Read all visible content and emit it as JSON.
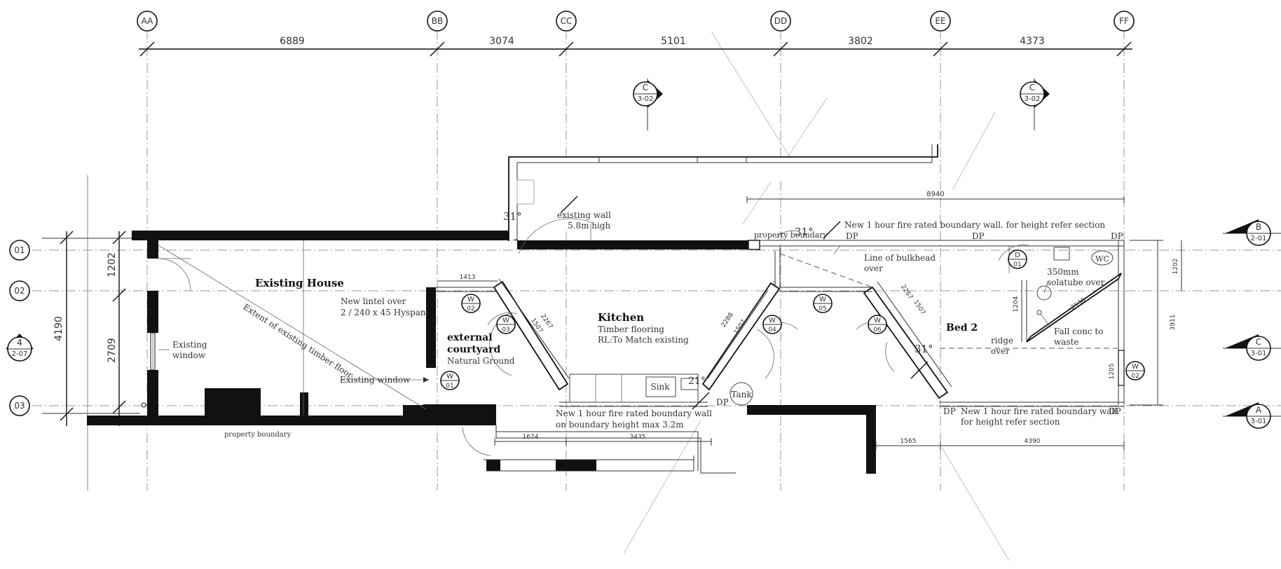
{
  "grids": {
    "columns": [
      "AA",
      "BB",
      "CC",
      "DD",
      "EE",
      "FF"
    ],
    "rows": [
      "01",
      "02",
      "03"
    ]
  },
  "dimensions": {
    "top": [
      "6889",
      "3074",
      "5101",
      "3802",
      "4373"
    ],
    "left_overall": "4190",
    "left_upper": "1202",
    "left_lower": "2709",
    "upper_run": "8940",
    "bottom_left_a": "1674",
    "bottom_left_b": "3435",
    "bottom_right_a": "1565",
    "bottom_right_b": "4390",
    "courtyard_top": "1413",
    "angled_a1": "2267",
    "angled_a2": "1507",
    "angled_b1": "2288",
    "angled_b2": "1507",
    "angled_c1": "2267",
    "angled_c2": "1507",
    "bed_v1": "1204",
    "bed_diag": "2530",
    "bed_v2": "1205",
    "right_a": "1202",
    "right_b": "3911"
  },
  "section_markers": [
    {
      "letter": "C",
      "sheet": "3-02"
    },
    {
      "letter": "C",
      "sheet": "3-02"
    },
    {
      "letter": "B",
      "sheet": "2-01"
    },
    {
      "letter": "C",
      "sheet": "3-01"
    },
    {
      "letter": "A",
      "sheet": "3-01"
    },
    {
      "letter": "4",
      "sheet": "2-07"
    }
  ],
  "tags": {
    "w01": {
      "top": "W",
      "bottom": "01"
    },
    "w02a": {
      "top": "W",
      "bottom": "02"
    },
    "w03": {
      "top": "W",
      "bottom": "03"
    },
    "w04": {
      "top": "W",
      "bottom": "04"
    },
    "w05": {
      "top": "W",
      "bottom": "05"
    },
    "w06": {
      "top": "W",
      "bottom": "06"
    },
    "w02b": {
      "top": "W",
      "bottom": "02"
    },
    "d01": {
      "top": "D",
      "bottom": "01"
    }
  },
  "labels": {
    "existing_house": "Existing House",
    "new_lintel_1": "New lintel over",
    "new_lintel_2": "2 / 240 x 45 Hyspan",
    "timber_floor_extent": "Extent of existing timber floor",
    "existing_window_1": "Existing",
    "existing_window_2": "window",
    "existing_window_inline": "Existing window",
    "property_boundary_bottom": "property boundary",
    "courtyard_1": "external",
    "courtyard_2": "courtyard",
    "courtyard_3": "Natural Ground",
    "kitchen": "Kitchen",
    "kitchen_floor": "Timber flooring",
    "kitchen_rl": "RL:To Match existing",
    "existing_wall_1": "existing wall",
    "existing_wall_2": "5.8m high",
    "angle": "31°",
    "angle_small": "21°",
    "property_boundary_top": "property boundary",
    "fire_wall_top": "New 1 hour fire rated boundary wall. for height refer section",
    "bulkhead_1": "Line of bulkhead",
    "bulkhead_2": "over",
    "bed2": "Bed 2",
    "ridge_1": "ridge",
    "ridge_2": "over",
    "solatube_1": "350mm",
    "solatube_2": "solatube over",
    "fall_1": "Fall conc to",
    "fall_2": "waste",
    "wc": "WC",
    "dp": "DP",
    "sink": "Sink",
    "tank": "Tank",
    "fire_wall_bottom_1": "New 1 hour fire rated boundary wall",
    "fire_wall_bottom_2": "on boundary height max 3.2m",
    "fire_wall_right_1": "New 1 hour fire rated boundary wall.",
    "fire_wall_right_2": "for height refer section",
    "small_2": "2"
  }
}
